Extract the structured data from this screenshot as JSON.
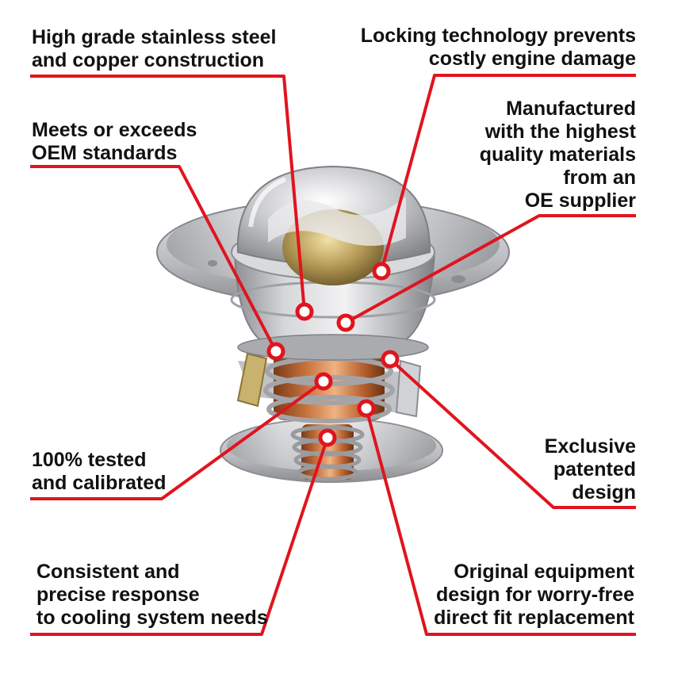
{
  "callouts": {
    "c1": {
      "lines": [
        "High grade stainless steel",
        "and copper construction"
      ]
    },
    "c2": {
      "lines": [
        "Locking technology prevents",
        "costly engine damage"
      ]
    },
    "c3": {
      "lines": [
        "Meets or exceeds",
        "OEM standards"
      ]
    },
    "c4": {
      "lines": [
        "Manufactured",
        "with the highest",
        "quality materials",
        "from an",
        "OE supplier"
      ]
    },
    "c5": {
      "lines": [
        "Exclusive",
        "patented",
        "design"
      ]
    },
    "c6": {
      "lines": [
        "100% tested",
        "and calibrated"
      ]
    },
    "c7": {
      "lines": [
        "Consistent and",
        "precise response",
        "to cooling system needs"
      ]
    },
    "c8": {
      "lines": [
        "Original equipment",
        "design for worry-free",
        "direct fit replacement"
      ]
    }
  },
  "colors": {
    "accent": "#e0141e",
    "text": "#111111",
    "steel": "#c2c3c6",
    "copper": "#c8743e",
    "brass": "#b59a55"
  },
  "icons": {
    "callout-marker": "white-dot-with-red-ring"
  }
}
